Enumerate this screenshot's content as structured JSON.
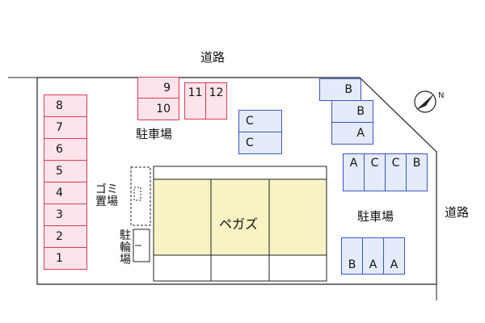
{
  "roads": {
    "top": "道路",
    "right": "道路"
  },
  "areas": {
    "parking_top": "駐車場",
    "parking_right": "駐車場",
    "garbage": "ゴミ置場",
    "bicycle": "駐輪場"
  },
  "building": {
    "name": "ペガズ"
  },
  "left_slots": [
    "8",
    "7",
    "6",
    "5",
    "4",
    "3",
    "2",
    "1"
  ],
  "top_slots": [
    "9",
    "10",
    "11",
    "12"
  ],
  "center_slots": [
    "C",
    "C"
  ],
  "top_right_slots": [
    "B",
    "B",
    "A"
  ],
  "right_row_slots": [
    "A",
    "C",
    "C",
    "B"
  ],
  "bottom_right_slots": [
    "B",
    "A",
    "A"
  ],
  "colors": {
    "red_slot": "#e23a55",
    "blue_slot": "#3a56c8",
    "building": "#f8f3c4"
  }
}
